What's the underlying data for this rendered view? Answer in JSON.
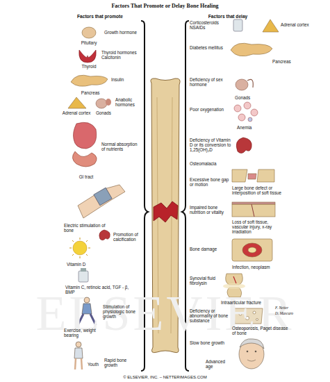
{
  "diagram": {
    "title": "Factors That Promote or Delay Bone Healing",
    "labels": [
      "Factors that promote",
      "Pituitary",
      "Growth hormone",
      "Thyroid hormones Calcitonin",
      "Thyroid",
      "Insulin",
      "Pancreas",
      "Anabolic hormones",
      "Adrenal cortex",
      "Gonads",
      "Normal absorption of nutrients",
      "GI tract",
      "Electric stimulation of bone",
      "Promotion of calcification",
      "Vitamin D",
      "Vitamin C, retinoic acid, TGF - β, BMP",
      "Exercise, weight bearing",
      "Stimulation of physiologic bone growth",
      "Youth",
      "Rapid bone growth",
      "Factors that delay",
      "Corticosteroids NSAIDs",
      "Adrenal cortex",
      "Diabetes mellitus",
      "Pancreas",
      "Deficiency of sex hormone",
      "Gonads",
      "Poor oxygenation",
      "Anemia",
      "Deficiency of Vitamin D or its conversion to 1,25(OH)₂D",
      "Osteomalacia",
      "Excessive bone gap or motion",
      "Large bone defect or interposition of soft tissue",
      "Impaired bone nutrition or vitality",
      "Loss of soft tissue, vascular injury, x-ray irradiation",
      "Bone damage",
      "Infection, neoplasm",
      "Synovial fluid fibrolysin",
      "Intraarticular fracture",
      "Deficiency or abnormality of bone substance",
      "Osteoporosis, Paget disease of bone",
      "Slow bone growth",
      "Advanced age",
      "F. Netter",
      "D. Mascaro",
      "© ELSEVIER, INC. – NETTERIMAGES.COM",
      "ELSEVIER"
    ]
  }
}
